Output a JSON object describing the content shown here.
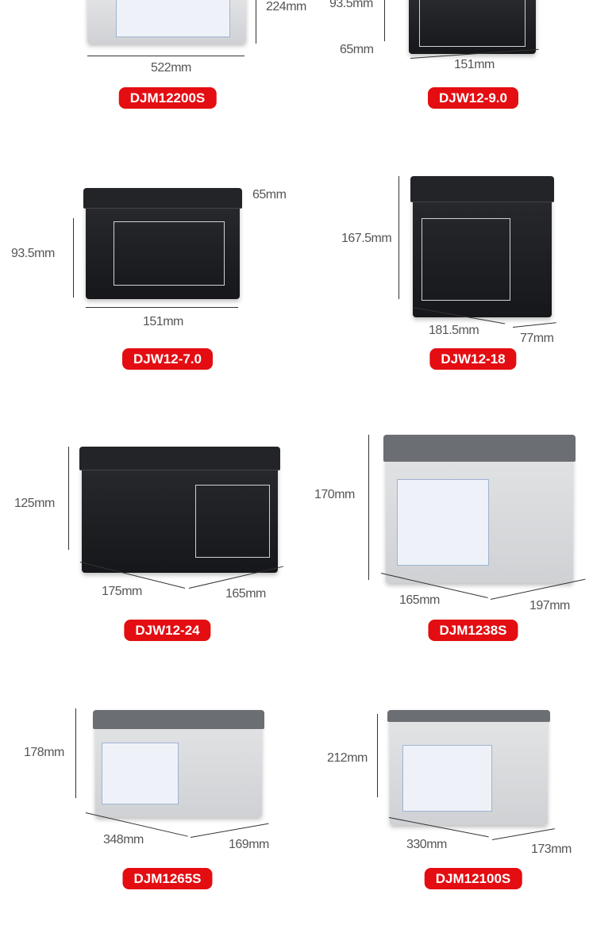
{
  "products": [
    {
      "model": "DJM12200S",
      "dims": [
        "224mm",
        "522mm"
      ]
    },
    {
      "model": "DJW12-9.0",
      "dims": [
        "93.5mm",
        "65mm",
        "151mm"
      ]
    },
    {
      "model": "DJW12-7.0",
      "dims": [
        "65mm",
        "93.5mm",
        "151mm"
      ]
    },
    {
      "model": "DJW12-18",
      "dims": [
        "167.5mm",
        "181.5mm",
        "77mm"
      ]
    },
    {
      "model": "DJW12-24",
      "dims": [
        "125mm",
        "175mm",
        "165mm"
      ]
    },
    {
      "model": "DJM1238S",
      "dims": [
        "170mm",
        "165mm",
        "197mm"
      ]
    },
    {
      "model": "DJM1265S",
      "dims": [
        "178mm",
        "348mm",
        "169mm"
      ]
    },
    {
      "model": "DJM12100S",
      "dims": [
        "212mm",
        "330mm",
        "173mm"
      ]
    }
  ],
  "colors": {
    "badge": "#e30d12",
    "background": "#ffffff"
  }
}
